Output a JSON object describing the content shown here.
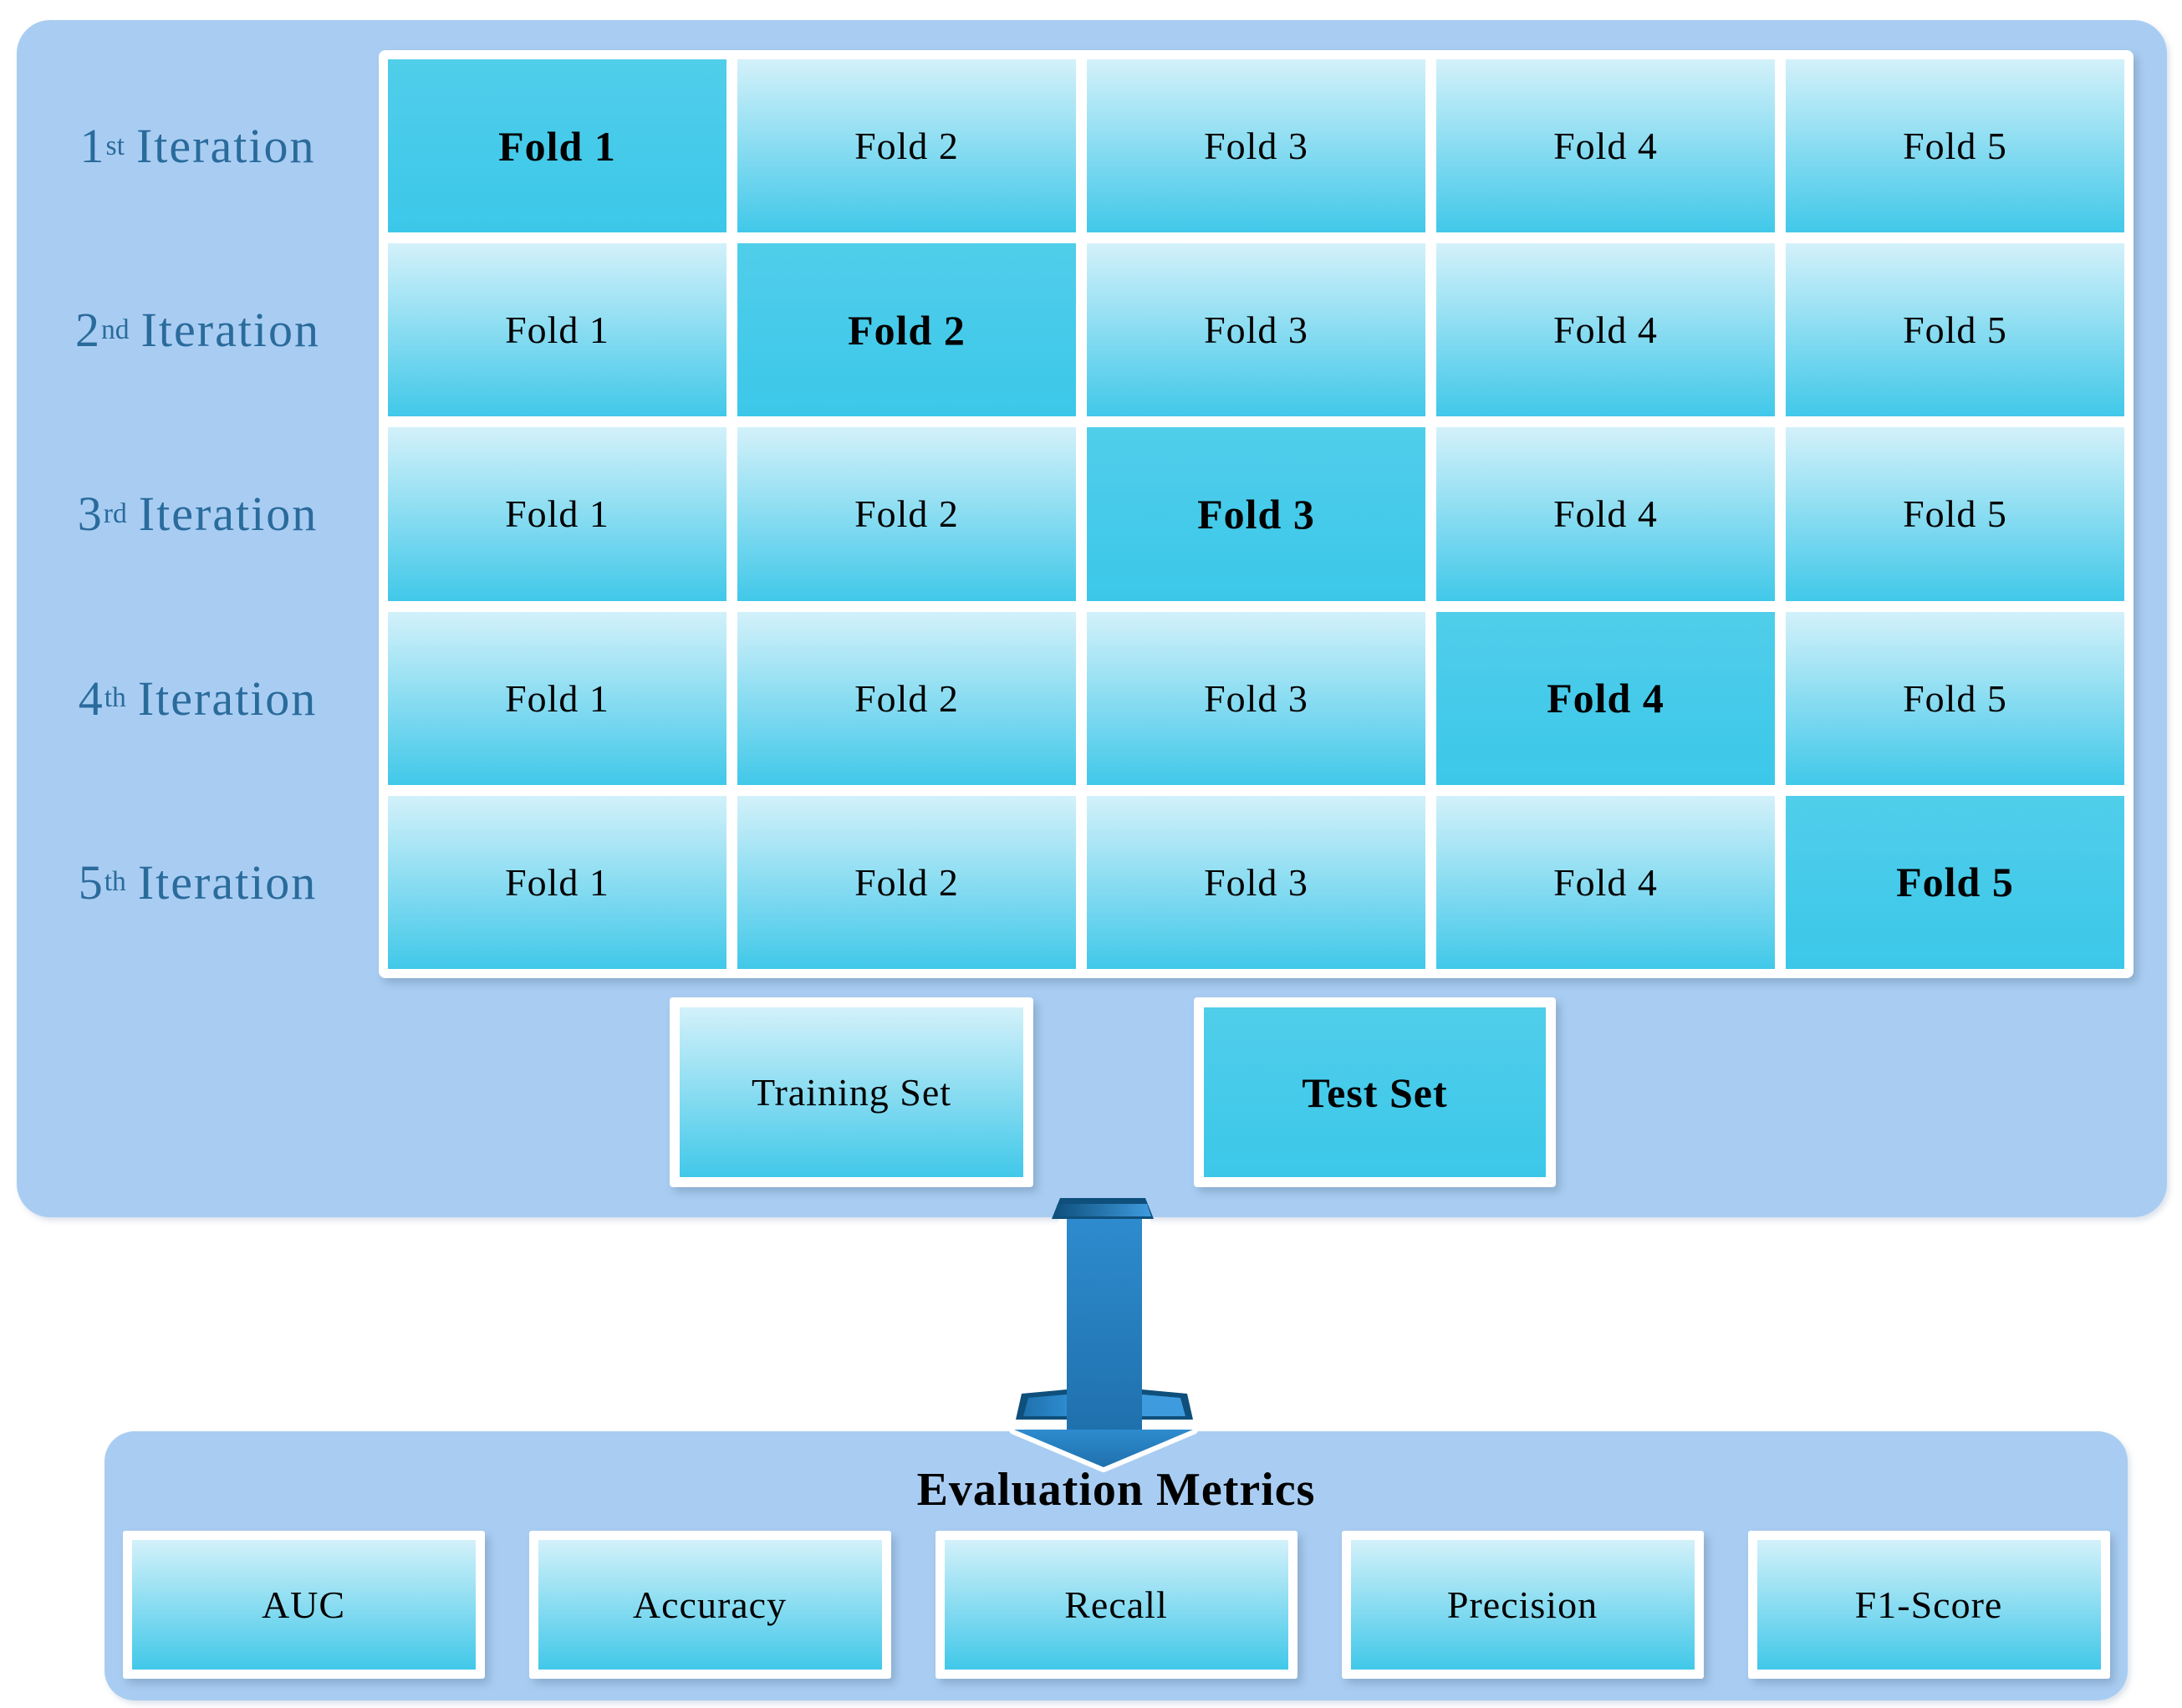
{
  "top_panel": {
    "rows": [
      {
        "ordinal": "1",
        "suffix": "st",
        "word": "Iteration",
        "folds": [
          "Fold 1",
          "Fold 2",
          "Fold 3",
          "Fold 4",
          "Fold 5"
        ],
        "test_fold": "Fold 1",
        "test_fold_index": 0
      },
      {
        "ordinal": "2",
        "suffix": "nd",
        "word": "Iteration",
        "folds": [
          "Fold 1",
          "Fold 2",
          "Fold 3",
          "Fold 4",
          "Fold 5"
        ],
        "test_fold": "Fold 2",
        "test_fold_index": 1
      },
      {
        "ordinal": "3",
        "suffix": "rd",
        "word": "Iteration",
        "folds": [
          "Fold 1",
          "Fold 2",
          "Fold 3",
          "Fold 4",
          "Fold 5"
        ],
        "test_fold": "Fold 3",
        "test_fold_index": 2
      },
      {
        "ordinal": "4",
        "suffix": "th",
        "word": "Iteration",
        "folds": [
          "Fold 1",
          "Fold 2",
          "Fold 3",
          "Fold 4",
          "Fold 5"
        ],
        "test_fold": "Fold 4",
        "test_fold_index": 3
      },
      {
        "ordinal": "5",
        "suffix": "th",
        "word": "Iteration",
        "folds": [
          "Fold 1",
          "Fold 2",
          "Fold 3",
          "Fold 4",
          "Fold 5"
        ],
        "test_fold": "Fold 5",
        "test_fold_index": 4
      }
    ],
    "legend": {
      "training_label": "Training Set",
      "test_label": "Test Set"
    }
  },
  "arrow": {
    "icon": "down-arrow-icon",
    "direction": "down"
  },
  "bottom_panel": {
    "title": "Evaluation Metrics",
    "metrics": [
      "AUC",
      "Accuracy",
      "Recall",
      "Precision",
      "F1-Score"
    ]
  },
  "colors": {
    "panel_bg": "#A9CDF2",
    "label_text": "#2A6B9C",
    "cell_top": "#D3F1FA",
    "cell_bottom": "#41C8E9",
    "test_top": "#50CEEA",
    "test_bottom": "#3CC7E9",
    "fold_text": "#000000",
    "arrow_dark": "#0E4F7B",
    "arrow_mid": "#2E8BCE",
    "arrow_deep": "#1F71AD",
    "arrow_bright": "#3E9BDE"
  }
}
